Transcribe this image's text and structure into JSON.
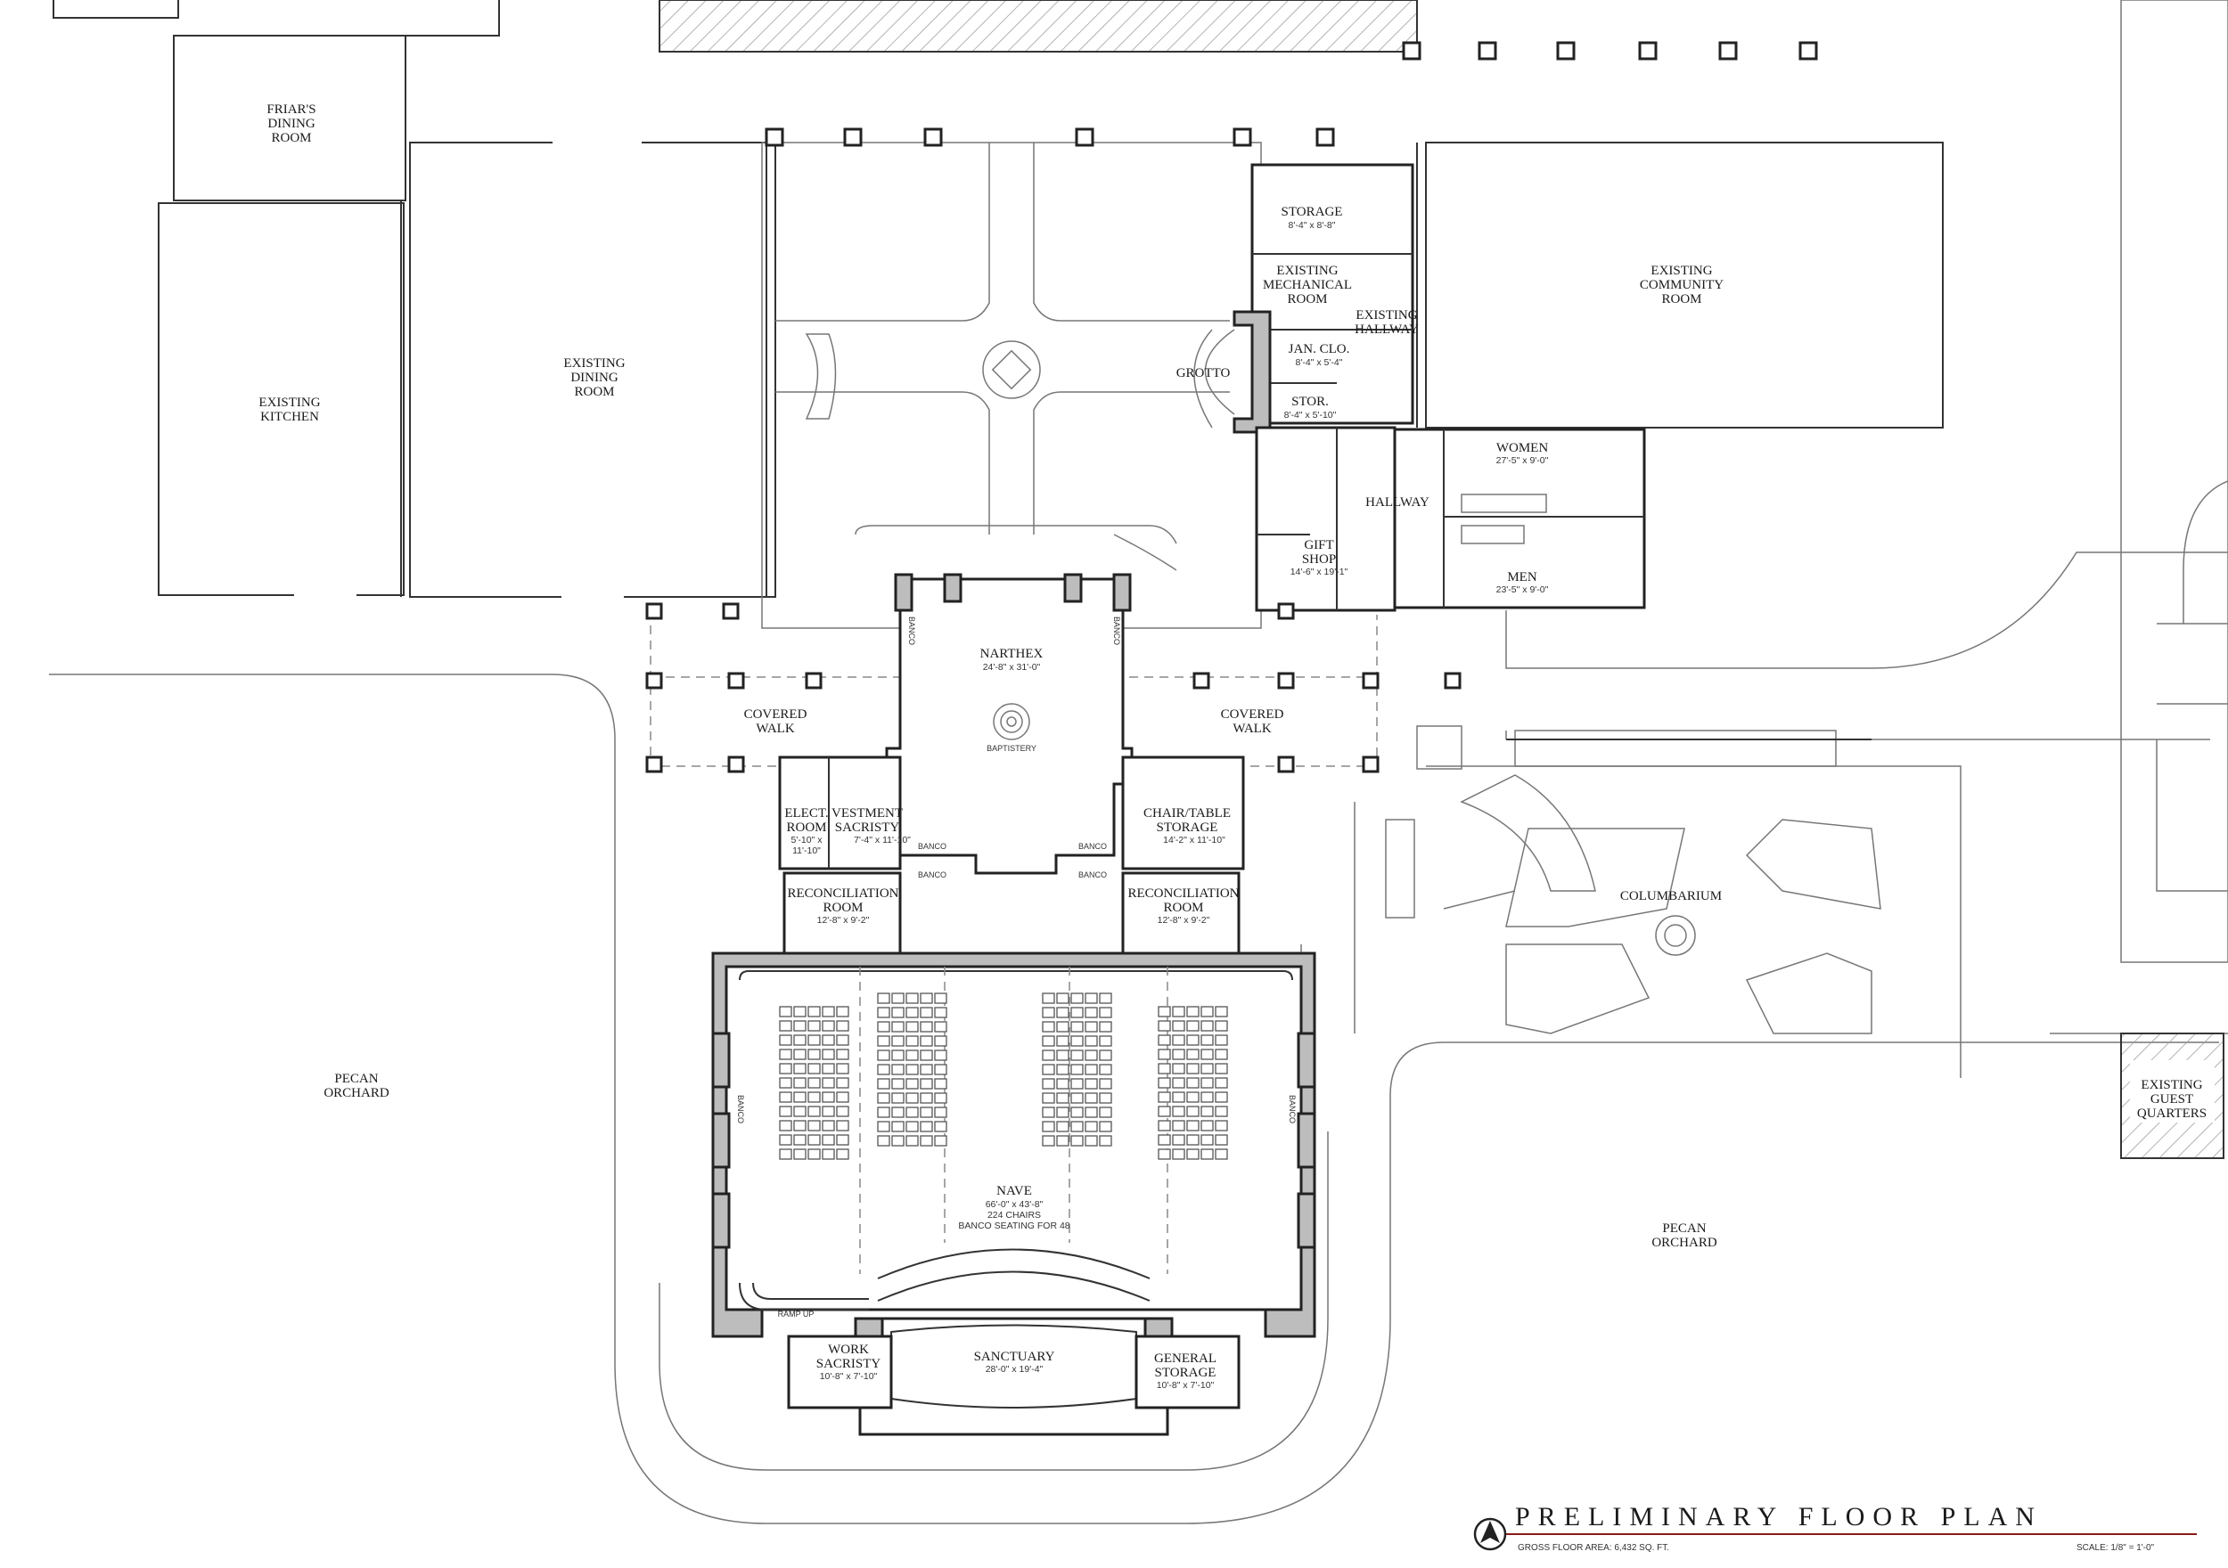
{
  "title_block": {
    "title": "PRELIMINARY FLOOR PLAN",
    "gross_area": "GROSS FLOOR AREA: 6,432 SQ. FT.",
    "scale": "SCALE: 1/8\" = 1'-0\""
  },
  "labels": {
    "friars_dining": [
      "FRIAR'S",
      "DINING",
      "ROOM"
    ],
    "kitchen": [
      "EXISTING",
      "KITCHEN"
    ],
    "dining": [
      "EXISTING",
      "DINING",
      "ROOM"
    ],
    "storage": "STORAGE",
    "storage_dim": "8'-4\" x 8'-8\"",
    "mechanical": [
      "EXISTING",
      "MECHANICAL",
      "ROOM"
    ],
    "existing_hallway": [
      "EXISTING",
      "HALLWAY"
    ],
    "jan_clo": "JAN. CLO.",
    "jan_clo_dim": "8'-4\" x 5'-4\"",
    "grotto": "GROTTO",
    "stor": "STOR.",
    "stor_dim": "8'-4\" x 5'-10\"",
    "community": [
      "EXISTING",
      "COMMUNITY",
      "ROOM"
    ],
    "women": "WOMEN",
    "women_dim": "27'-5\" x 9'-0\"",
    "men": "MEN",
    "men_dim": "23'-5\" x 9'-0\"",
    "hallway": "HALLWAY",
    "gift_shop": [
      "GIFT",
      "SHOP"
    ],
    "gift_shop_dim": "14'-6\" x 19'-1\"",
    "narthex": "NARTHEX",
    "narthex_dim": "24'-8\" x 31'-0\"",
    "baptistery": "BAPTISTERY",
    "covered_walk_left": [
      "COVERED",
      "WALK"
    ],
    "covered_walk_right": [
      "COVERED",
      "WALK"
    ],
    "elect_room": [
      "ELECT.",
      "ROOM"
    ],
    "elect_dim": [
      "5'-10\" x",
      "11'-10\""
    ],
    "vestment": [
      "VESTMENT",
      "SACRISTY"
    ],
    "vestment_dim": "7'-4\" x 11'-10\"",
    "chair_storage": [
      "CHAIR/TABLE",
      "STORAGE"
    ],
    "chair_storage_dim": "14'-2\" x 11'-10\"",
    "reconciliation_left": [
      "RECONCILIATION",
      "ROOM"
    ],
    "reconciliation_left_dim": "12'-8\" x 9'-2\"",
    "reconciliation_right": [
      "RECONCILIATION",
      "ROOM"
    ],
    "reconciliation_right_dim": "12'-8\" x 9'-2\"",
    "columbarium": "COLUMBARIUM",
    "pecan_left": [
      "PECAN",
      "ORCHARD"
    ],
    "pecan_right": [
      "PECAN",
      "ORCHARD"
    ],
    "guest_quarters": [
      "EXISTING",
      "GUEST",
      "QUARTERS"
    ],
    "nave": "NAVE",
    "nave_dim": "66'-0\" x 43'-8\"",
    "nave_chairs": "224 CHAIRS",
    "nave_banco": "BANCO SEATING FOR 48",
    "ramp": "RAMP UP",
    "work_sacristy": [
      "WORK",
      "SACRISTY"
    ],
    "work_sacristy_dim": "10'-8\" x 7'-10\"",
    "sanctuary": "SANCTUARY",
    "sanctuary_dim": "28'-0\" x 19'-4\"",
    "general_storage": [
      "GENERAL",
      "STORAGE"
    ],
    "general_storage_dim": "10'-8\" x 7'-10\"",
    "banco": "BANCO"
  }
}
